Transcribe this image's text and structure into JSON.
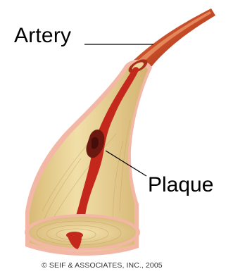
{
  "labels": {
    "artery": "Artery",
    "plaque": "Plaque"
  },
  "copyright": "© SEIF & ASSOCIATES, INC., 2005",
  "colors": {
    "vessel_outer": "#b8341c",
    "vessel_highlight": "#e07a4a",
    "plaque": "#ecd59a",
    "plaque_shadow": "#c9a867",
    "lumen_blood": "#c4281c",
    "clot": "#6a1810",
    "wall_pink": "#f3b7a6"
  }
}
